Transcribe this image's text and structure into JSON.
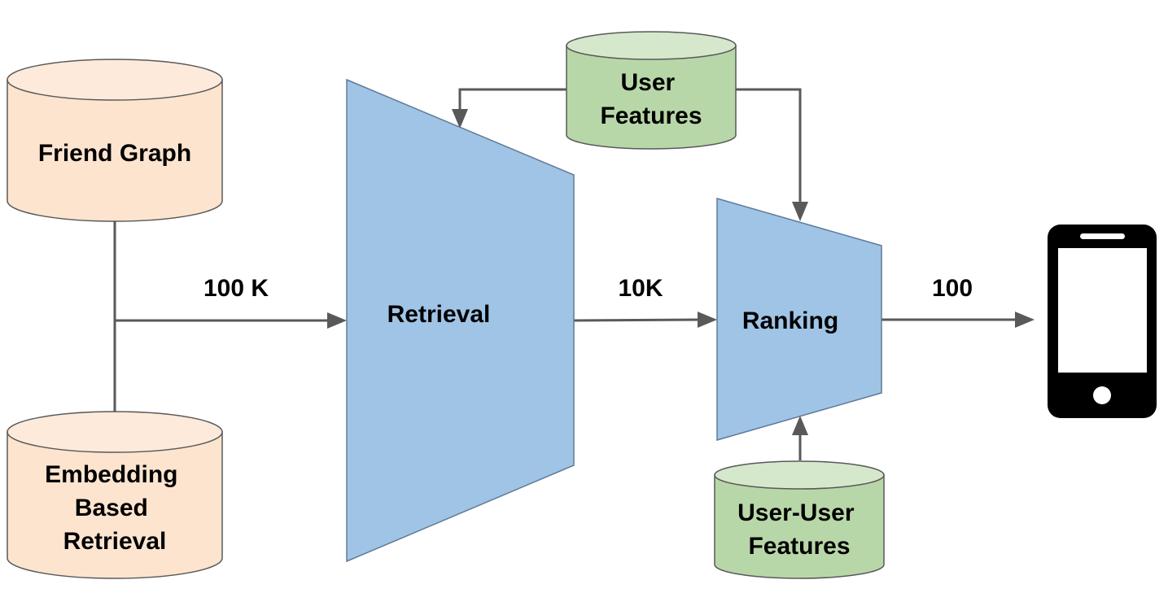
{
  "colors": {
    "source_db_fill": "#fce4cf",
    "feature_db_fill": "#b8d7a8",
    "feature_db_top": "#d5e8cc",
    "source_db_top": "#fdeadb",
    "stage_fill": "#a0c4e6",
    "stage_stroke": "#5f7b98",
    "connector": "#595959",
    "device": "#000000"
  },
  "nodes": {
    "friend_graph": {
      "label_lines": [
        "Friend Graph"
      ],
      "shape": "cylinder"
    },
    "embedding_retrieval": {
      "label_lines": [
        "Embedding",
        "Based",
        "Retrieval"
      ],
      "shape": "cylinder"
    },
    "retrieval": {
      "label_lines": [
        "Retrieval"
      ],
      "shape": "funnel"
    },
    "ranking": {
      "label_lines": [
        "Ranking"
      ],
      "shape": "funnel"
    },
    "user_features": {
      "label_lines": [
        "User",
        "Features"
      ],
      "shape": "cylinder"
    },
    "user_user_features": {
      "label_lines": [
        "User-User",
        "Features"
      ],
      "shape": "cylinder"
    },
    "phone": {
      "icon": "smartphone-icon"
    }
  },
  "edges": {
    "sources_to_retrieval": {
      "label": "100 K"
    },
    "retrieval_to_ranking": {
      "label": "10K"
    },
    "ranking_to_phone": {
      "label": "100"
    }
  }
}
